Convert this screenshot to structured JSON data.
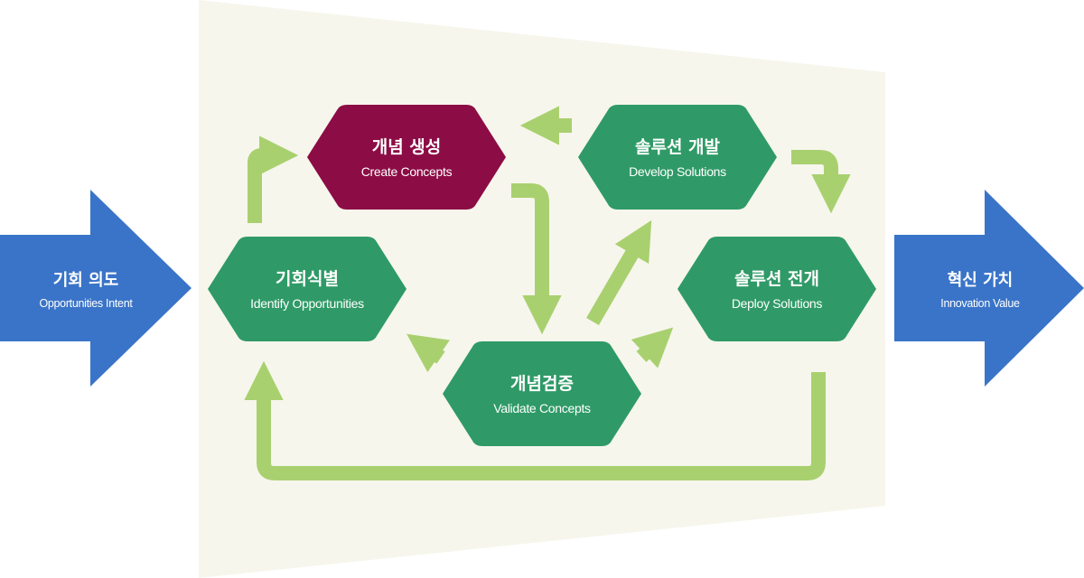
{
  "colors": {
    "panel": "#f6f6ec",
    "side_arrow": "#3a74c8",
    "node_green": "#2f9a67",
    "node_highlight": "#8c0c45",
    "flow_arrow": "#a9d06f",
    "text": "#ffffff"
  },
  "input": {
    "title": "기회 의도",
    "subtitle": "Opportunities Intent"
  },
  "output": {
    "title": "혁신 가치",
    "subtitle": "Innovation Value"
  },
  "nodes": {
    "identify": {
      "title": "기회식별",
      "subtitle": "Identify Opportunities"
    },
    "create": {
      "title": "개념 생성",
      "subtitle": "Create Concepts"
    },
    "validate": {
      "title": "개념검증",
      "subtitle": "Validate Concepts"
    },
    "develop": {
      "title": "솔루션 개발",
      "subtitle": "Develop Solutions"
    },
    "deploy": {
      "title": "솔루션 전개",
      "subtitle": "Deploy Solutions"
    }
  }
}
